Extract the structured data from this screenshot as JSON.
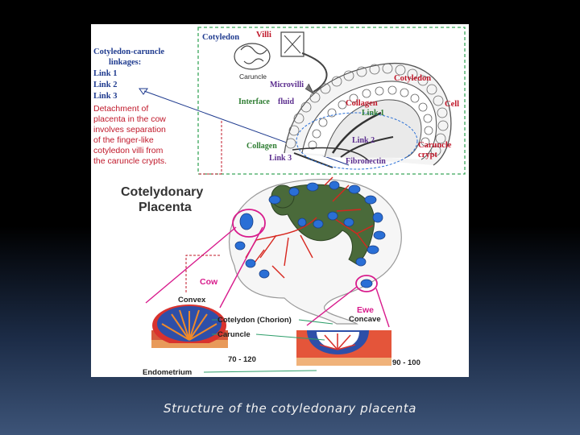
{
  "caption": "Structure of the cotyledonary placenta",
  "inset": {
    "linkages_title_1": "Cotyledon-caruncle",
    "linkages_title_2": "linkages:",
    "link1": "Link 1",
    "link2": "Link 2",
    "link3": "Link 3",
    "note_lines": [
      "Detachment of",
      "placenta in the cow",
      "involves separation",
      "of the finger-like",
      "cotyledon villi from",
      "the caruncle crypts."
    ]
  },
  "micro_labels": {
    "cotyledon_top": "Cotyledon",
    "villi": "Villi",
    "caruncle_small": "Caruncle",
    "microvilli": "Microvilli",
    "interface_fluid_1": "Interface",
    "interface_fluid_2": "fluid",
    "collagen_right": "Collagen",
    "link1": "Link 1",
    "cotyledon_right": "Cotyledon",
    "cell": "Cell",
    "collagen_left": "Collagen",
    "link2": "Link 2",
    "link3": "Link 3",
    "fibronectin": "Fibronectin",
    "caruncle_crypt_1": "Caruncle",
    "caruncle_crypt_2": "crypt"
  },
  "placenta": {
    "title_1": "Cotelydonary",
    "title_2": "Placenta",
    "cow": "Cow",
    "convex": "Convex",
    "ewe": "Ewe",
    "concave": "Concave",
    "cotyledon_chorion": "Cotelydon (Chorion)",
    "caruncle": "Caruncle",
    "range_cow": "70 - 120",
    "range_ewe": "90 - 100",
    "endometrium": "Endometrium"
  },
  "colors": {
    "background_top": "#000000",
    "background_bottom": "#3d5478",
    "dashed_box": "#3aa65a",
    "uterus_tissue": "#e8553a",
    "cotyledon_blue": "#2a6fd6",
    "fetus": "#4a6a3a",
    "magenta": "#d81b8c"
  }
}
